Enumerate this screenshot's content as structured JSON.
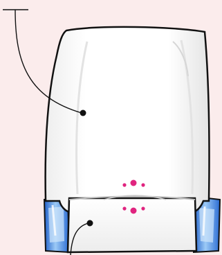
{
  "illustration": {
    "subject": "device-housing",
    "icon_names": [
      "leader-line-upper",
      "leader-line-lower",
      "indicator-dots-upper",
      "indicator-dots-lower",
      "water-tank-left",
      "water-tank-right"
    ]
  },
  "colors": {
    "background": "#fbecec",
    "body_fill": "#fbfbfb",
    "outline": "#111111",
    "accent_dots": "#e0247f",
    "tank_blue": "#2f6fd6",
    "tank_light": "#8fc0f4"
  }
}
